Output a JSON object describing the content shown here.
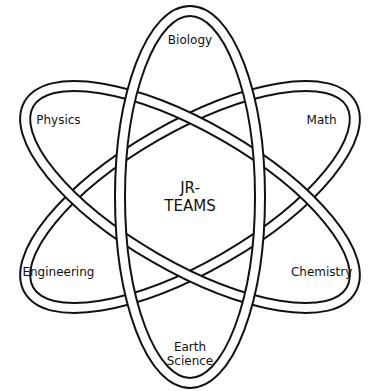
{
  "diagram": {
    "nodes": [
      {
        "text": [
          "JR- TEAMS"
        ]
      }
    ],
    "labels": [
      "Biology",
      "Physics",
      "Math",
      "Engineering",
      "Chemistry",
      "Earth Science"
    ]
  }
}
